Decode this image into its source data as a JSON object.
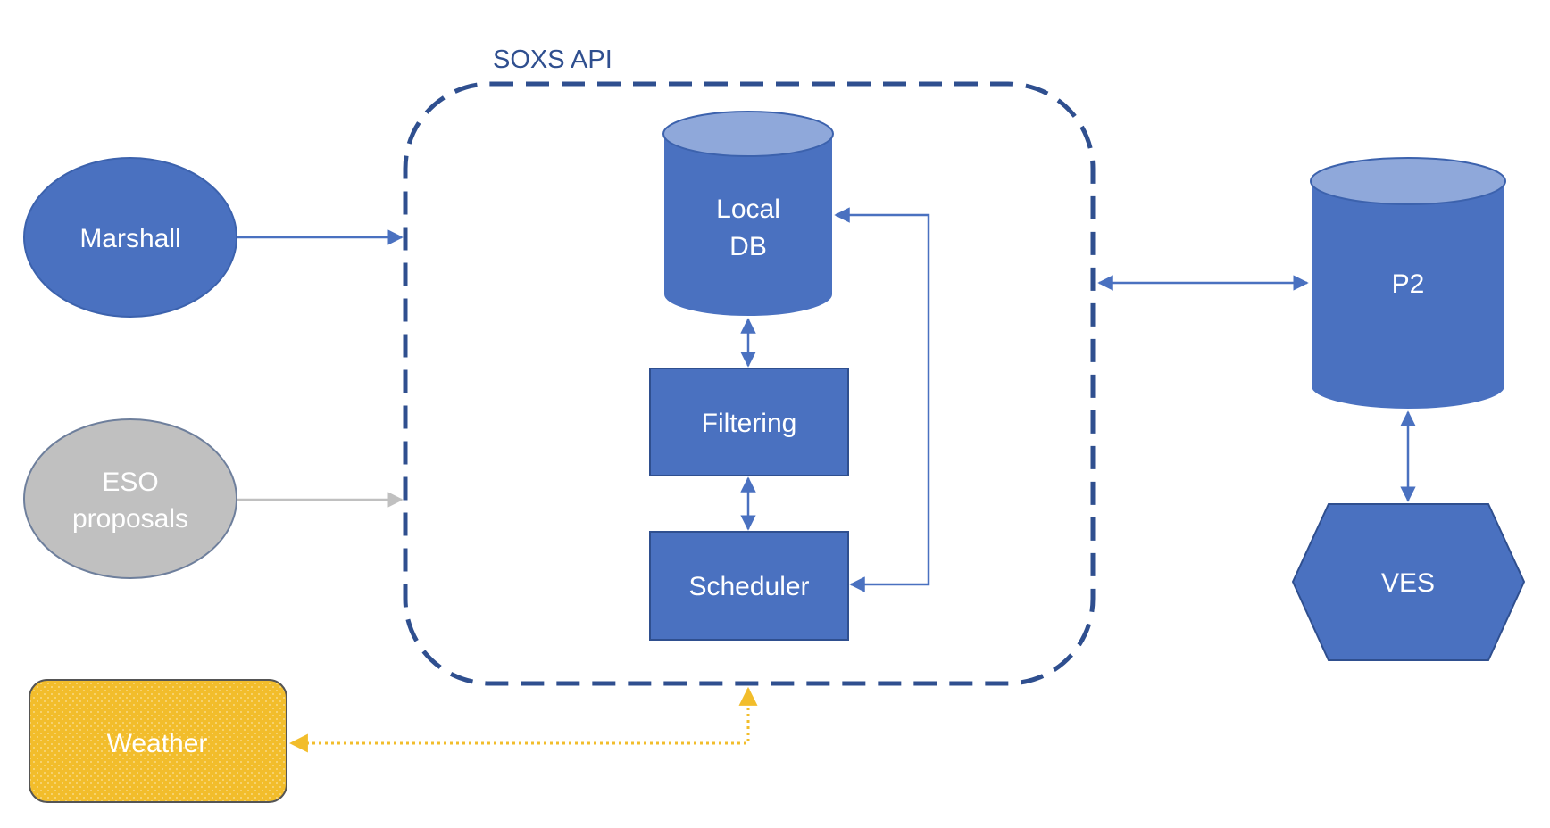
{
  "title": "SOXS API",
  "nodes": {
    "marshall": {
      "label": "Marshall"
    },
    "eso_proposals": {
      "line1": "ESO",
      "line2": "proposals"
    },
    "weather": {
      "label": "Weather"
    },
    "local_db": {
      "line1": "Local",
      "line2": "DB"
    },
    "filtering": {
      "label": "Filtering"
    },
    "scheduler": {
      "label": "Scheduler"
    },
    "p2": {
      "label": "P2"
    },
    "ves": {
      "label": "VES"
    }
  },
  "colors": {
    "node_blue": "#4a71c0",
    "node_blue_dark": "#3c62ad",
    "cylinder_top": "#8fa8da",
    "grey_node": "#c0c0c0",
    "weather_fill": "#f2bd2b",
    "dashed_border": "#2f4f8f",
    "arrow_blue": "#4a71c0",
    "arrow_grey": "#c0c0c0",
    "arrow_yellow": "#f2bd2b"
  }
}
